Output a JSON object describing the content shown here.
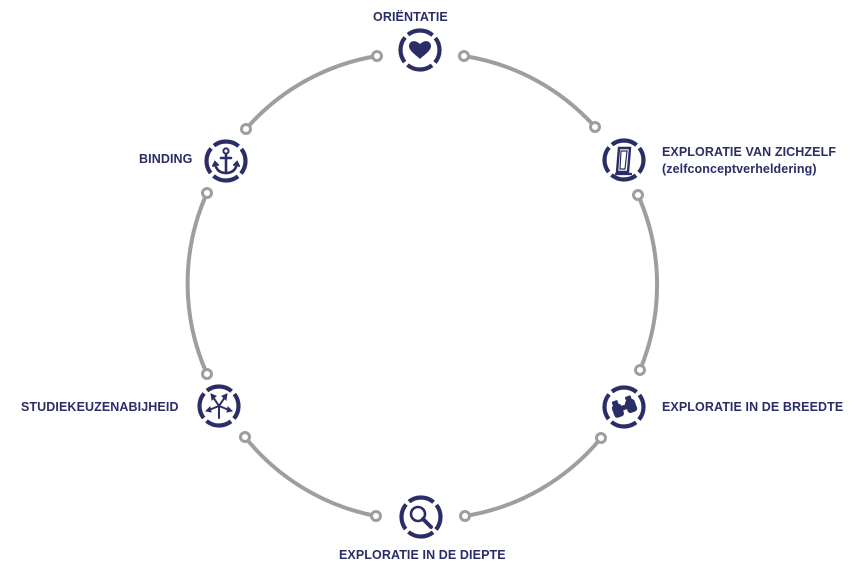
{
  "colors": {
    "primary": "#2b2d66",
    "ring": "#9e9e9e",
    "background": "#ffffff"
  },
  "stages": [
    {
      "id": "orientatie",
      "label": "ORIËNTATIE",
      "sublabel": "",
      "icon": "heart-icon"
    },
    {
      "id": "exploratie-zichzelf",
      "label": "EXPLORATIE VAN ZICHZELF",
      "sublabel": "(zelfconceptverheldering)",
      "icon": "mirror-icon"
    },
    {
      "id": "exploratie-breedte",
      "label": "EXPLORATIE IN DE BREEDTE",
      "sublabel": "",
      "icon": "binoculars-icon"
    },
    {
      "id": "exploratie-diepte",
      "label": "EXPLORATIE IN DE DIEPTE",
      "sublabel": "",
      "icon": "magnifier-icon"
    },
    {
      "id": "studiekeuzenabijheid",
      "label": "STUDIEKEUZENABIJHEID",
      "sublabel": "",
      "icon": "arrows-icon"
    },
    {
      "id": "binding",
      "label": "BINDING",
      "sublabel": "",
      "icon": "anchor-icon"
    }
  ]
}
